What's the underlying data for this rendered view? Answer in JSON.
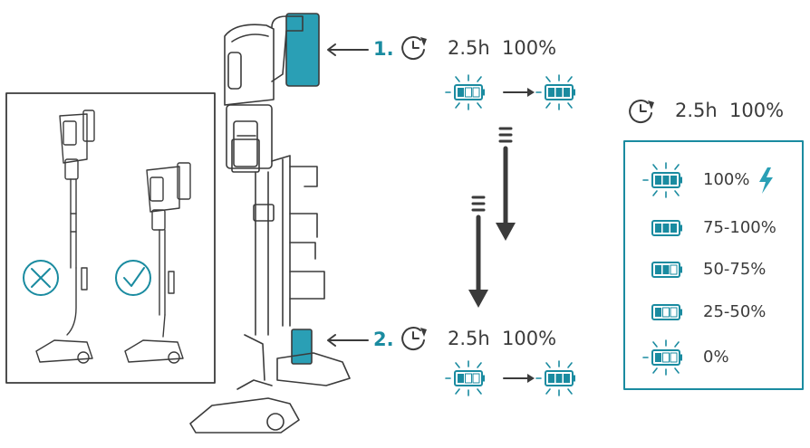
{
  "colors": {
    "accent": "#1a8ba0",
    "accent_fill": "#2a9fb5",
    "line": "#3b3b3b"
  },
  "step1": {
    "number": "1.",
    "duration": "2.5h",
    "percent": "100%"
  },
  "step2": {
    "number": "2.",
    "duration": "2.5h",
    "percent": "100%"
  },
  "legend": {
    "duration": "2.5h",
    "percent": "100%",
    "levels": [
      {
        "label": "100%",
        "bars": 3,
        "blinking": true,
        "charging_bolt": true
      },
      {
        "label": "75-100%",
        "bars": 3,
        "blinking": false,
        "charging_bolt": false
      },
      {
        "label": "50-75%",
        "bars": 2,
        "blinking": false,
        "charging_bolt": false
      },
      {
        "label": "25-50%",
        "bars": 1,
        "blinking": false,
        "charging_bolt": false
      },
      {
        "label": "0%",
        "bars": 1,
        "blinking": true,
        "charging_bolt": false
      }
    ]
  },
  "icons": [
    "clock-timer-icon",
    "battery-icon",
    "arrow-right-icon",
    "arrow-down-icon",
    "lightning-bolt-icon",
    "cross-circle-icon",
    "check-circle-icon"
  ],
  "status": {
    "wrong_mark": "cross",
    "correct_mark": "check"
  }
}
